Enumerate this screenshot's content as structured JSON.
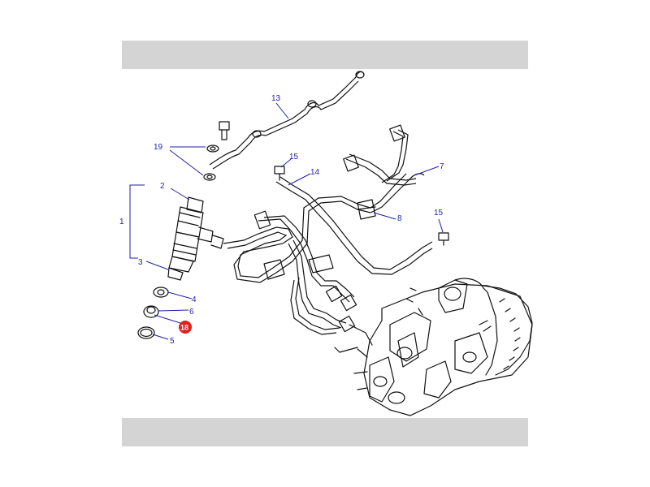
{
  "callouts": {
    "c1": "1",
    "c2": "2",
    "c3": "3",
    "c4": "4",
    "c5": "5",
    "c6": "6",
    "c7": "7",
    "c8": "8",
    "c13": "13",
    "c14": "14",
    "c15a": "15",
    "c15b": "15",
    "c18": "18",
    "c19": "19"
  },
  "colors": {
    "callout_text": "#1f1fa8",
    "highlight_badge": "#e02020",
    "band": "#d4d4d4",
    "line_art": "#111111"
  }
}
